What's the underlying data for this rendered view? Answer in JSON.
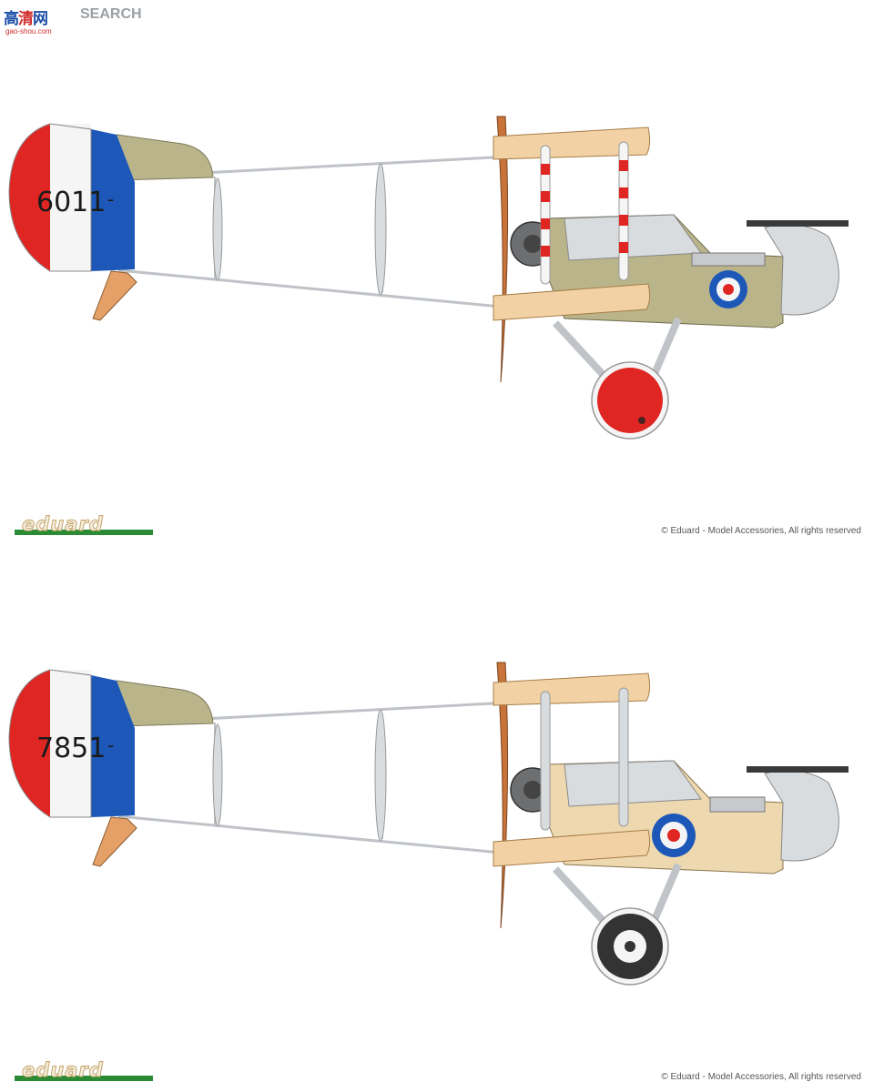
{
  "watermark": {
    "logo_part1": "高",
    "logo_part2": "清",
    "logo_part3": "网",
    "label": "SEARCH",
    "url": "gao-shou.com"
  },
  "profiles": [
    {
      "serial": "6011",
      "serial_dash": "-",
      "brand": "eduard",
      "copyright": "© Eduard - Model Accessories, All rights reserved",
      "wheel_style": "red",
      "fuselage_color": "#b9b48a",
      "strut_style": "striped"
    },
    {
      "serial": "7851",
      "serial_dash": "-",
      "brand": "eduard",
      "copyright": "© Eduard - Model Accessories, All rights reserved",
      "wheel_style": "black",
      "fuselage_color": "#eed8b0",
      "strut_style": "plain"
    }
  ],
  "colors": {
    "rudder_red": "#e02623",
    "rudder_white": "#f5f5f5",
    "rudder_blue": "#1d58b8",
    "wing_wood": "#f2d2a4",
    "metal": "#d9dcdf",
    "propeller": "#c8733a",
    "brand_green": "#2b8a34"
  }
}
